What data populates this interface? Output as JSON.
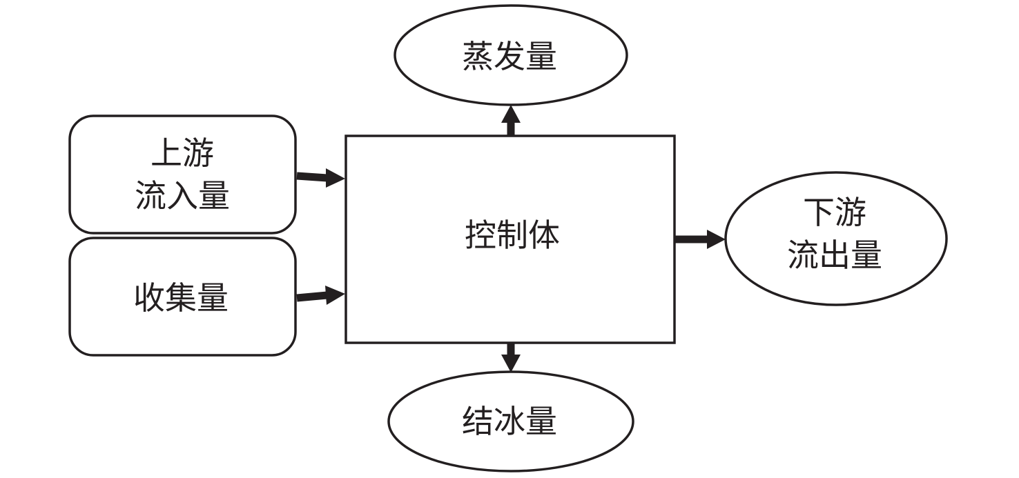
{
  "nodes": {
    "control_volume": {
      "label": "控制体"
    },
    "upstream_inflow": {
      "line1": "上游",
      "line2": "流入量"
    },
    "collection": {
      "label": "收集量"
    },
    "evaporation": {
      "label": "蒸发量"
    },
    "downstream_outflow": {
      "line1": "下游",
      "line2": "流出量"
    },
    "freezing": {
      "label": "结冰量"
    }
  },
  "edges": [
    {
      "from": "upstream_inflow",
      "to": "control_volume"
    },
    {
      "from": "collection",
      "to": "control_volume"
    },
    {
      "from": "control_volume",
      "to": "evaporation"
    },
    {
      "from": "control_volume",
      "to": "downstream_outflow"
    },
    {
      "from": "control_volume",
      "to": "freezing"
    }
  ]
}
